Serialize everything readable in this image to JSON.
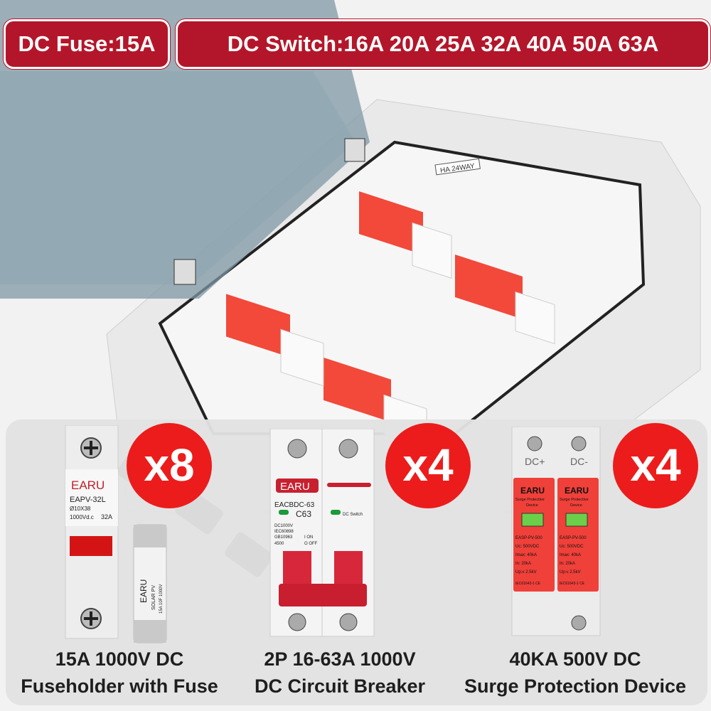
{
  "badges": {
    "fuse": "DC Fuse:15A",
    "switch": "DC Switch:16A 20A 25A 32A 40A 50A 63A"
  },
  "enclosure": {
    "label": "HA 24WAY"
  },
  "products": [
    {
      "quantity": "x8",
      "caption_line1": "15A 1000V DC",
      "caption_line2": "Fuseholder with Fuse",
      "brand": "EARU",
      "model": "EAPV-32L",
      "spec1": "Ø10X38",
      "spec2": "1000Vd.c",
      "rating": "32A",
      "fuse_text": "SOLAR PV",
      "fuse_spec": "15A 10F 1000V"
    },
    {
      "quantity": "x4",
      "caption_line1": "2P 16-63A 1000V",
      "caption_line2": "DC Circuit Breaker",
      "brand": "EARU",
      "model": "EACBDC-63",
      "rating": "C63",
      "spec1": "DC1000V",
      "spec2": "IEC60898",
      "spec3": "GB10963",
      "spec4": "4500",
      "on": "I ON",
      "off": "O OFF",
      "switch_label": "DC Switch"
    },
    {
      "quantity": "x4",
      "caption_line1": "40KA 500V DC",
      "caption_line2": "Surge Protection Device",
      "pole_plus": "DC+",
      "pole_minus": "DC-",
      "brand": "EARU",
      "sub": "Surge Protective",
      "sub2": "Device",
      "model": "EASP-PV-500",
      "uc": "Uc:  500VDC",
      "imax": "Imax:  40kA",
      "in": "In:  20kA",
      "up": "Up:≤  2.5kV",
      "std": "IEC61643-1  CE"
    }
  ],
  "colors": {
    "badge": "#b3162a",
    "quantity_circle": "#ec1c1c",
    "breaker_red": "#d6283a",
    "spd_red": "#f0403a",
    "module_orange": "#f2493a"
  }
}
